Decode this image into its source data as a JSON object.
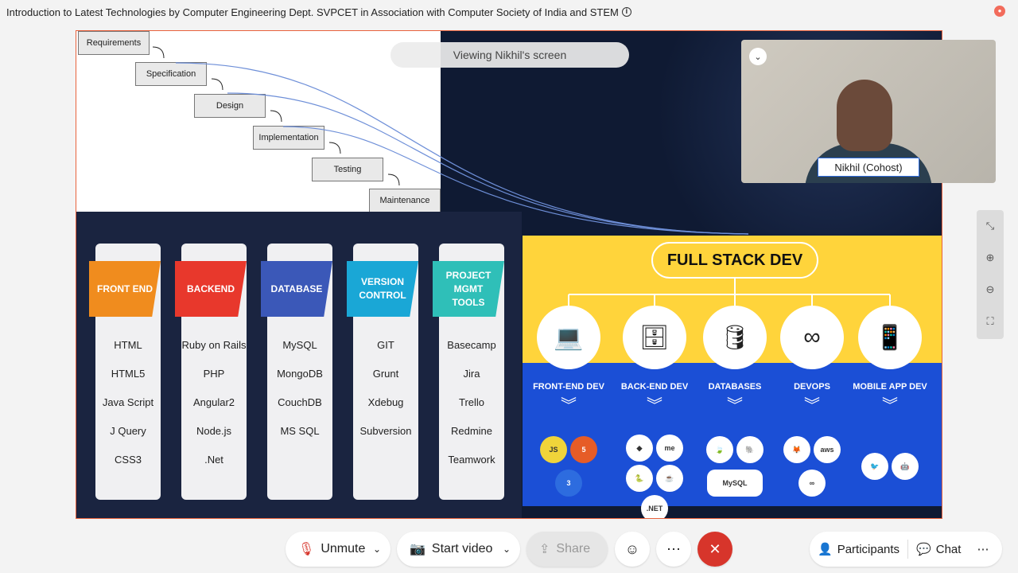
{
  "window": {
    "title": "Introduction to Latest Technologies by Computer Engineering Dept. SVPCET in Association with Computer Society of India and STEM"
  },
  "overlay": {
    "viewing_text": "Viewing Nikhil's screen"
  },
  "slide": {
    "waterfall_steps": [
      "Requirements",
      "Specification",
      "Design",
      "Implementation",
      "Testing",
      "Maintenance"
    ],
    "cards": [
      {
        "heading": "FRONT END",
        "color": "#f08c1e",
        "items": [
          "HTML",
          "HTML5",
          "Java Script",
          "J Query",
          "CSS3"
        ]
      },
      {
        "heading": "BACKEND",
        "color": "#e8382c",
        "items": [
          "Ruby on Rails",
          "PHP",
          "Angular2",
          "Node.js",
          ".Net"
        ]
      },
      {
        "heading": "DATABASE",
        "color": "#3b58b8",
        "items": [
          "MySQL",
          "MongoDB",
          "CouchDB",
          "MS SQL"
        ]
      },
      {
        "heading": "VERSION\nCONTROL",
        "color": "#1aa7d6",
        "items": [
          "GIT",
          "Grunt",
          "Xdebug",
          "Subversion"
        ]
      },
      {
        "heading": "PROJECT MGMT\nTOOLS",
        "color": "#2fbfb8",
        "items": [
          "Basecamp",
          "Jira",
          "Trello",
          "Redmine",
          "Teamwork"
        ]
      }
    ],
    "full_stack": {
      "title": "FULL STACK DEV",
      "columns": [
        {
          "label": "FRONT-END DEV",
          "icon": "laptop-icon",
          "tech": [
            "JS",
            "5",
            "3"
          ]
        },
        {
          "label": "BACK-END DEV",
          "icon": "server-icon",
          "tech": [
            "me",
            ".NET"
          ]
        },
        {
          "label": "DATABASES",
          "icon": "database-icon",
          "tech": [
            "MySQL"
          ]
        },
        {
          "label": "DEVOPS",
          "icon": "infinity-icon",
          "tech": [
            "aws"
          ]
        },
        {
          "label": "MOBILE APP DEV",
          "icon": "mobile-icon",
          "tech": []
        }
      ]
    }
  },
  "video": {
    "name": "Nikhil (Cohost)"
  },
  "controls": {
    "unmute": "Unmute",
    "start_video": "Start video",
    "share": "Share",
    "participants": "Participants",
    "chat": "Chat"
  }
}
